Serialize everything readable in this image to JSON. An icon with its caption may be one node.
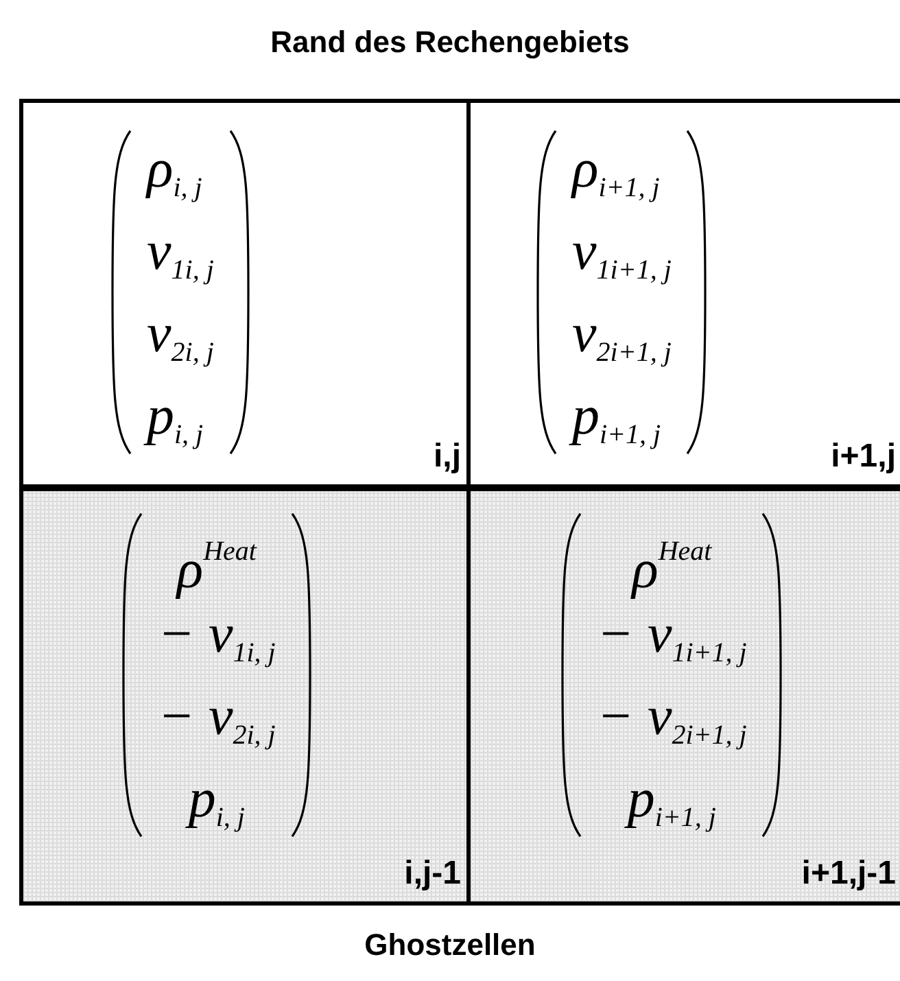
{
  "diagram": {
    "title": "Rand des Rechengebiets",
    "caption": "Ghostzellen",
    "nodes": [
      {
        "text": [
          "ρ$_{i, j}$",
          "v$_{1i, j}$",
          "v$_{2i, j}$",
          "p$_{i, j}$",
          "i,j"
        ]
      },
      {
        "text": [
          "ρ$_{i+1, j}$",
          "v$_{1i+1, j}$",
          "v$_{2i+1, j}$",
          "p$_{i+1, j}$",
          "i+1,j"
        ]
      },
      {
        "text": [
          "ρ$^{Heat}$",
          "− v$_{1i, j}$",
          "− v$_{2i, j}$",
          "p$_{i, j}$",
          "i,j-1"
        ]
      },
      {
        "text": [
          "ρ$^{Heat}$",
          "− v$_{1i+1, j}$",
          "− v$_{2i+1, j}$",
          "p$_{i+1, j}$",
          "i+1,j-1"
        ]
      }
    ]
  }
}
